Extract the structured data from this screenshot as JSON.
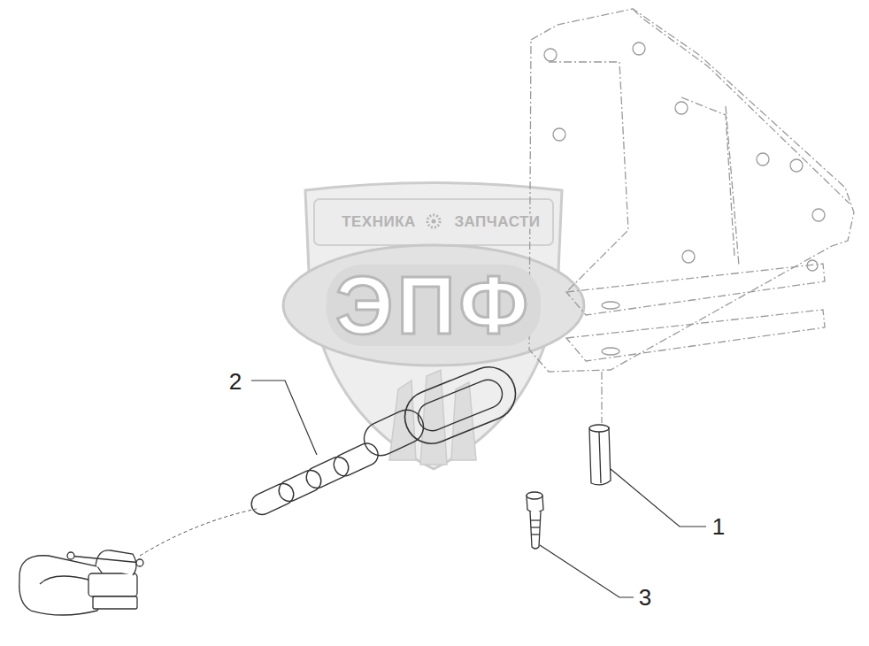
{
  "diagram": {
    "labels": [
      "ТЕХНИКА",
      "ЗАПЧАСТИ",
      "ЭПФ",
      "2",
      "1",
      "3"
    ]
  }
}
